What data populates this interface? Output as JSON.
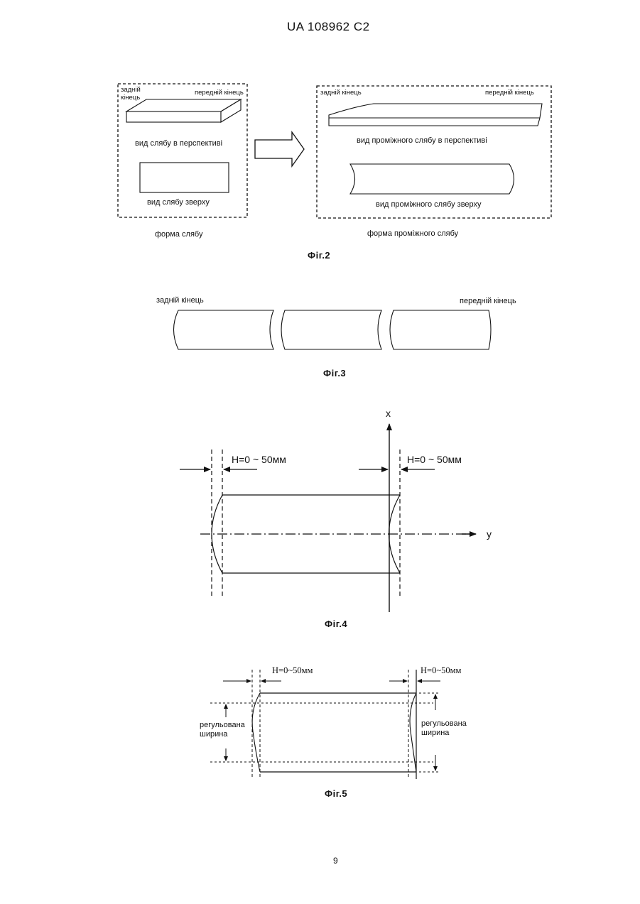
{
  "header": {
    "patent_number": "UA   108962   C2"
  },
  "fig2": {
    "left_panel": {
      "rear_end": "задній\nкінець",
      "front_end": "передній кінець",
      "perspective_label": "вид слябу в перспективі",
      "top_label": "вид слябу зверху",
      "caption": "форма слябу"
    },
    "right_panel": {
      "rear_end": "задній кінець",
      "front_end": "передній кінець",
      "perspective_label": "вид проміжного слябу в перспективі",
      "top_label": "вид проміжного слябу зверху",
      "caption": "форма проміжного слябу"
    },
    "caption": "Фіг.2"
  },
  "fig3": {
    "rear_end": "задній кінець",
    "front_end": "передній кінець",
    "caption": "Фіг.3"
  },
  "fig4": {
    "axis_x": "x",
    "axis_y": "y",
    "left_dim": "H=0 ~ 50мм",
    "right_dim": "H=0 ~ 50мм",
    "caption": "Фіг.4"
  },
  "fig5": {
    "left_dim": "H=0~50мм",
    "right_dim": "H=0~50мм",
    "left_width": "регульована\nширина",
    "right_width": "регульована\nширина",
    "caption": "Фіг.5"
  },
  "footer": {
    "page_number": "9"
  }
}
